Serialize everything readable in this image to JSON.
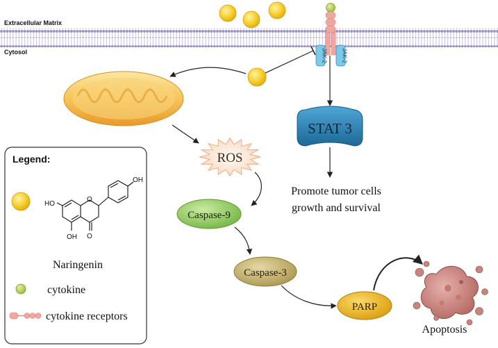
{
  "membrane": {
    "extracellular_label": "Extracellular Matrix",
    "cytosol_label": "Cytosol"
  },
  "receptor": {
    "jak_left_label": "JAK-2",
    "jak_right_label": "JAK-2"
  },
  "nodes": {
    "stat3_label": "STAT 3",
    "ros_label": "ROS",
    "caspase9_label": "Caspase-9",
    "caspase3_label": "Caspase-3",
    "parp_label": "PARP",
    "apoptosis_label": "Apoptosis"
  },
  "outcome": {
    "line1": "Promote tumor cells",
    "line2": "growth and survival"
  },
  "legend": {
    "title": "Legend:",
    "molecule_oh_top": "OH",
    "molecule_ho_left": "HO",
    "molecule_oh_bottom": "OH",
    "molecule_o_ring": "O",
    "molecule_o_carbonyl": "O",
    "naringenin_label": "Naringenin",
    "cytokine_label": "cytokine",
    "receptor_label": "cytokine receptors"
  },
  "colors": {
    "membrane_purple": "#9b8fc4",
    "naringenin_yellow": "#f2c21b",
    "cytokine_green": "#a8c84a",
    "receptor_pink": "#f0a7a0",
    "jak_blue": "#7ec8e8",
    "stat3_blue": "#2a7fb0",
    "ros_pink": "#f7c9b0",
    "caspase9_green": "#7ec24e",
    "caspase3_olive": "#b7a45a",
    "parp_yellow": "#e3a90f",
    "mito_orange": "#f2b23a"
  }
}
